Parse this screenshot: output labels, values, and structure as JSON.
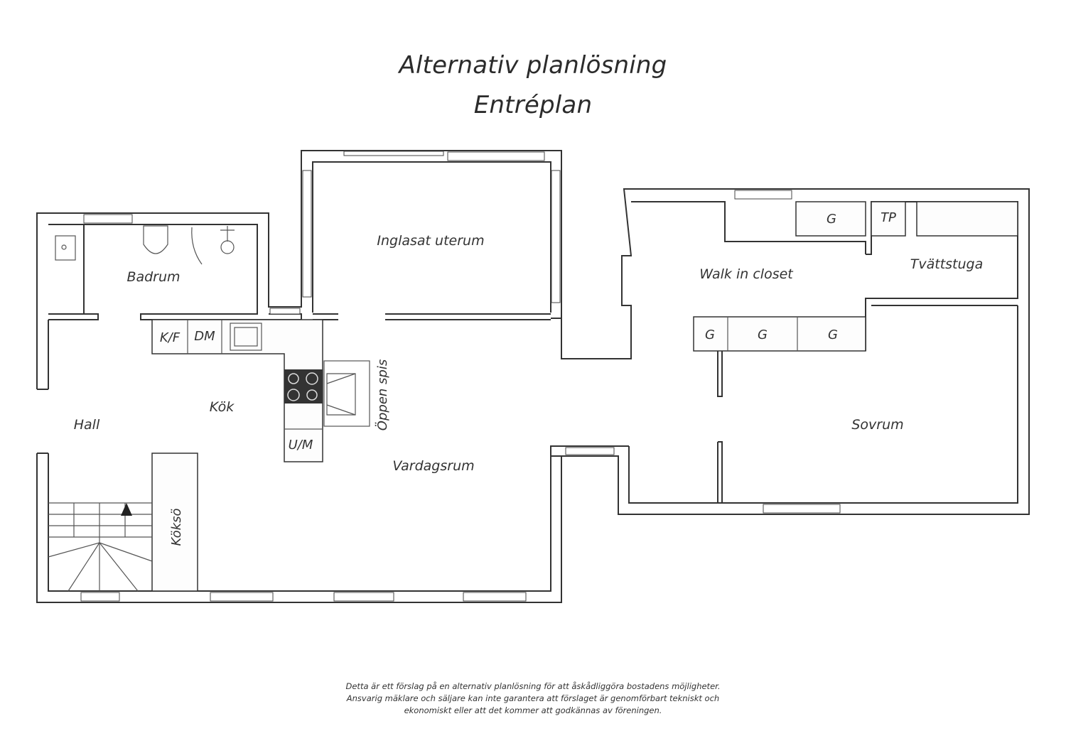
{
  "title": "Alternativ planlösning",
  "subtitle": "Entréplan",
  "rooms": {
    "badrum": "Badrum",
    "uterum": "Inglasat uterum",
    "hall": "Hall",
    "kok": "Kök",
    "vardagsrum": "Vardagsrum",
    "walkin": "Walk in closet",
    "tvatt": "Tvättstuga",
    "sovrum": "Sovrum"
  },
  "fixtures": {
    "kf": "K/F",
    "dm": "DM",
    "um": "U/M",
    "oppen_spis": "Öppen spis",
    "kokso": "Köksö",
    "g1": "G",
    "tp": "TP",
    "g2": "G",
    "g3": "G",
    "g4": "G"
  },
  "disclaimer": [
    "Detta är ett förslag på en alternativ planlösning för att åskådliggöra bostadens möjligheter.",
    "Ansvarig mäklare och säljare kan inte garantera att förslaget är genomförbart tekniskt och",
    "ekonomiskt eller att det kommer att godkännas av föreningen."
  ]
}
